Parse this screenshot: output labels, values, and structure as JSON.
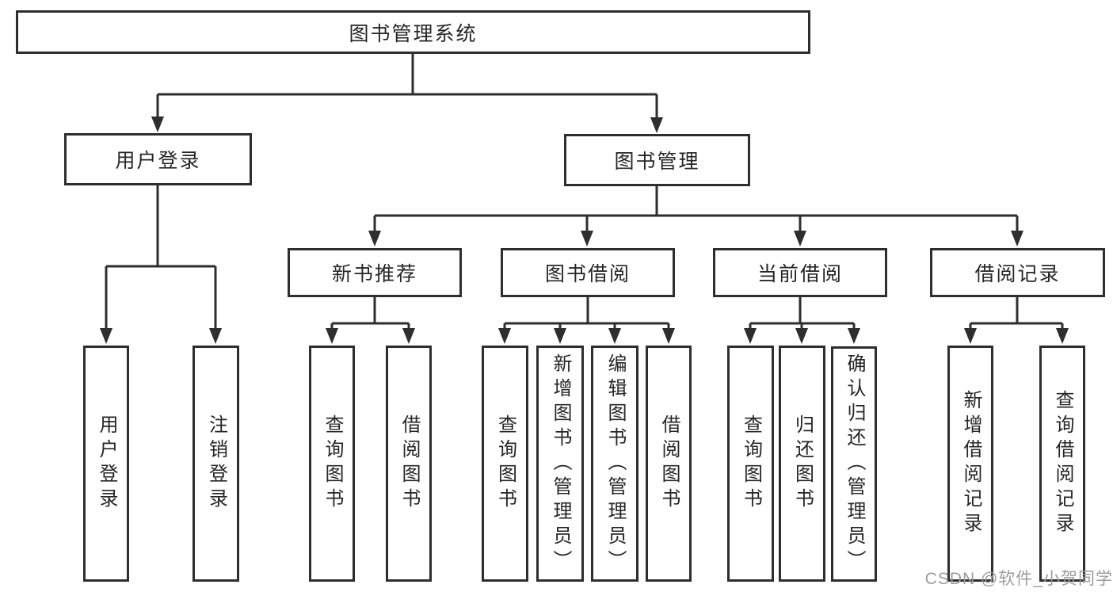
{
  "colors": {
    "background": "#ffffff",
    "box_border": "#2e2e2e",
    "line": "#2e2e2e",
    "text": "#262626",
    "watermark": "#9c9c9c"
  },
  "diagram_type": "hierarchy-flowchart",
  "tree": {
    "label": "图书管理系统",
    "children": [
      {
        "label": "用户登录",
        "children": [
          {
            "label": "用户登录"
          },
          {
            "label": "注销登录"
          }
        ]
      },
      {
        "label": "图书管理",
        "children": [
          {
            "label": "新书推荐",
            "children": [
              {
                "label": "查询图书"
              },
              {
                "label": "借阅图书"
              }
            ]
          },
          {
            "label": "图书借阅",
            "children": [
              {
                "label": "查询图书"
              },
              {
                "label": "新增图书（管理员）"
              },
              {
                "label": "编辑图书（管理员）"
              },
              {
                "label": "借阅图书"
              }
            ]
          },
          {
            "label": "当前借阅",
            "children": [
              {
                "label": "查询图书"
              },
              {
                "label": "归还图书"
              },
              {
                "label": "确认归还（管理员）"
              }
            ]
          },
          {
            "label": "借阅记录",
            "children": [
              {
                "label": "新增借阅记录"
              },
              {
                "label": "查询借阅记录"
              }
            ]
          }
        ]
      }
    ]
  },
  "watermark": {
    "text": "CSDN @软件_小贺同学"
  }
}
